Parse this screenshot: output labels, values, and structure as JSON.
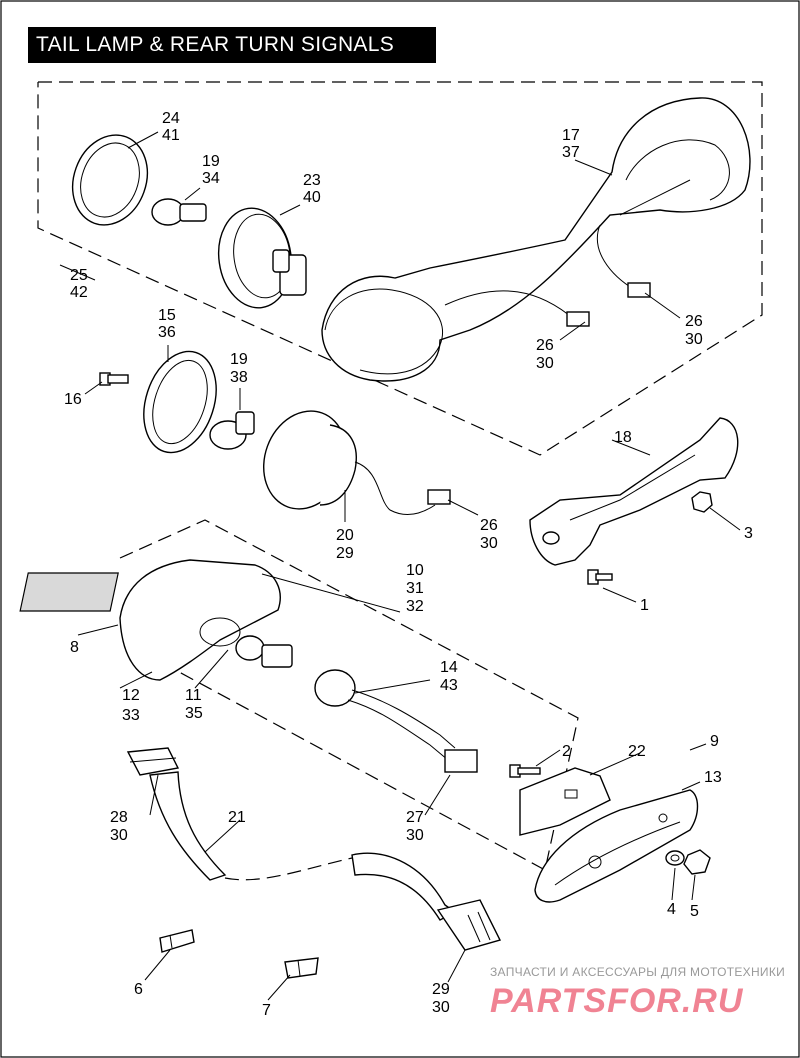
{
  "title": "TAIL LAMP & REAR  TURN SIGNALS",
  "callouts": {
    "c24": "24",
    "c41": "41",
    "c19a": "19",
    "c34": "34",
    "c23": "23",
    "c40": "40",
    "c17": "17",
    "c37": "37",
    "c25": "25",
    "c42": "42",
    "c26a": "26",
    "c30a": "30",
    "c26b": "26",
    "c30b": "30",
    "c15": "15",
    "c36": "36",
    "c16": "16",
    "c19b": "19",
    "c38": "38",
    "c18": "18",
    "c3": "3",
    "c20": "20",
    "c29a": "29",
    "c26c": "26",
    "c30c": "30",
    "c1": "1",
    "c10": "10",
    "c31": "31",
    "c32": "32",
    "c8": "8",
    "c14": "14",
    "c43": "43",
    "c12": "12",
    "c33": "33",
    "c11": "11",
    "c35": "35",
    "c2": "2",
    "c22": "22",
    "c9": "9",
    "c13": "13",
    "c28": "28",
    "c30d": "30",
    "c21": "21",
    "c27": "27",
    "c30e": "30",
    "c4": "4",
    "c5": "5",
    "c6": "6",
    "c7": "7",
    "c29b": "29",
    "c30f": "30"
  },
  "watermark": {
    "tagline": "ЗАПЧАСТИ И АКСЕССУАРЫ ДЛЯ МОТОТЕХНИКИ",
    "logo": "PARTSFOR.RU"
  }
}
